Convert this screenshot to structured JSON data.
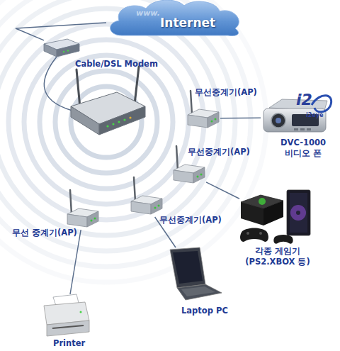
{
  "diagram": {
    "nodes": [
      {
        "text": [
          "Internet"
        ]
      },
      {
        "text": [
          "Cable/DSL Modem"
        ]
      },
      {
        "text": [
          "무선중계기(AP)"
        ]
      },
      {
        "text": [
          "DVC-1000 비디오 폰"
        ]
      },
      {
        "text": [
          "무선중계기(AP)"
        ]
      },
      {
        "text": [
          "각종 게임기 (PS2.XBOX 등)"
        ]
      },
      {
        "text": [
          "무선중계기(AP)"
        ]
      },
      {
        "text": [
          "Laptop PC"
        ]
      },
      {
        "text": [
          "무선 중계기(AP)"
        ]
      },
      {
        "text": [
          "Printer"
        ]
      }
    ],
    "edges": [
      {
        "from": 0,
        "to": 1,
        "arrow": "none"
      },
      {
        "from": 2,
        "to": 3,
        "arrow": "none"
      },
      {
        "from": 4,
        "to": 5,
        "arrow": "none"
      },
      {
        "from": 6,
        "to": 7,
        "arrow": "none"
      },
      {
        "from": 8,
        "to": 9,
        "arrow": "none"
      }
    ],
    "labels": [
      "www.",
      "i2",
      "i2eye"
    ]
  }
}
